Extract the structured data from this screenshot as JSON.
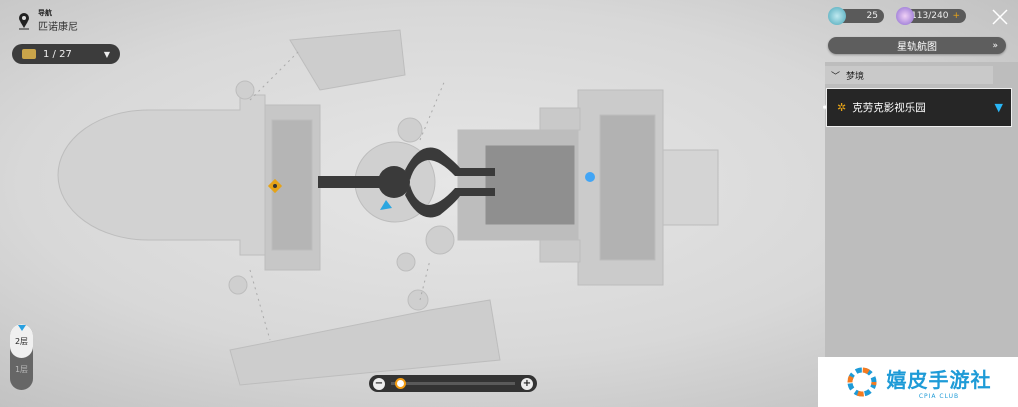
{
  "header": {
    "nav_label": "导航",
    "location": "匹诺康尼"
  },
  "chest_counter": {
    "current": "1",
    "total": "27",
    "text": "1 / 27"
  },
  "resources": [
    {
      "name": "dream-currency",
      "value": "25"
    },
    {
      "name": "trailblaze-power",
      "value": "113/240",
      "plus": "+"
    }
  ],
  "star_rail_map_button": "星轨航图",
  "area_list": {
    "section": "梦境",
    "selected": "克劳克影视乐园"
  },
  "floors": [
    {
      "label": "2层",
      "active": true
    },
    {
      "label": "1层",
      "active": false
    }
  ],
  "zoom": {
    "minus": "−",
    "plus": "+",
    "level": 0.03
  },
  "watermark": {
    "name": "嬉皮手游社",
    "sub": "CPIA CLUB"
  },
  "colors": {
    "accent": "#29b6f6",
    "gold": "#e6a317",
    "panel": "#262626"
  }
}
